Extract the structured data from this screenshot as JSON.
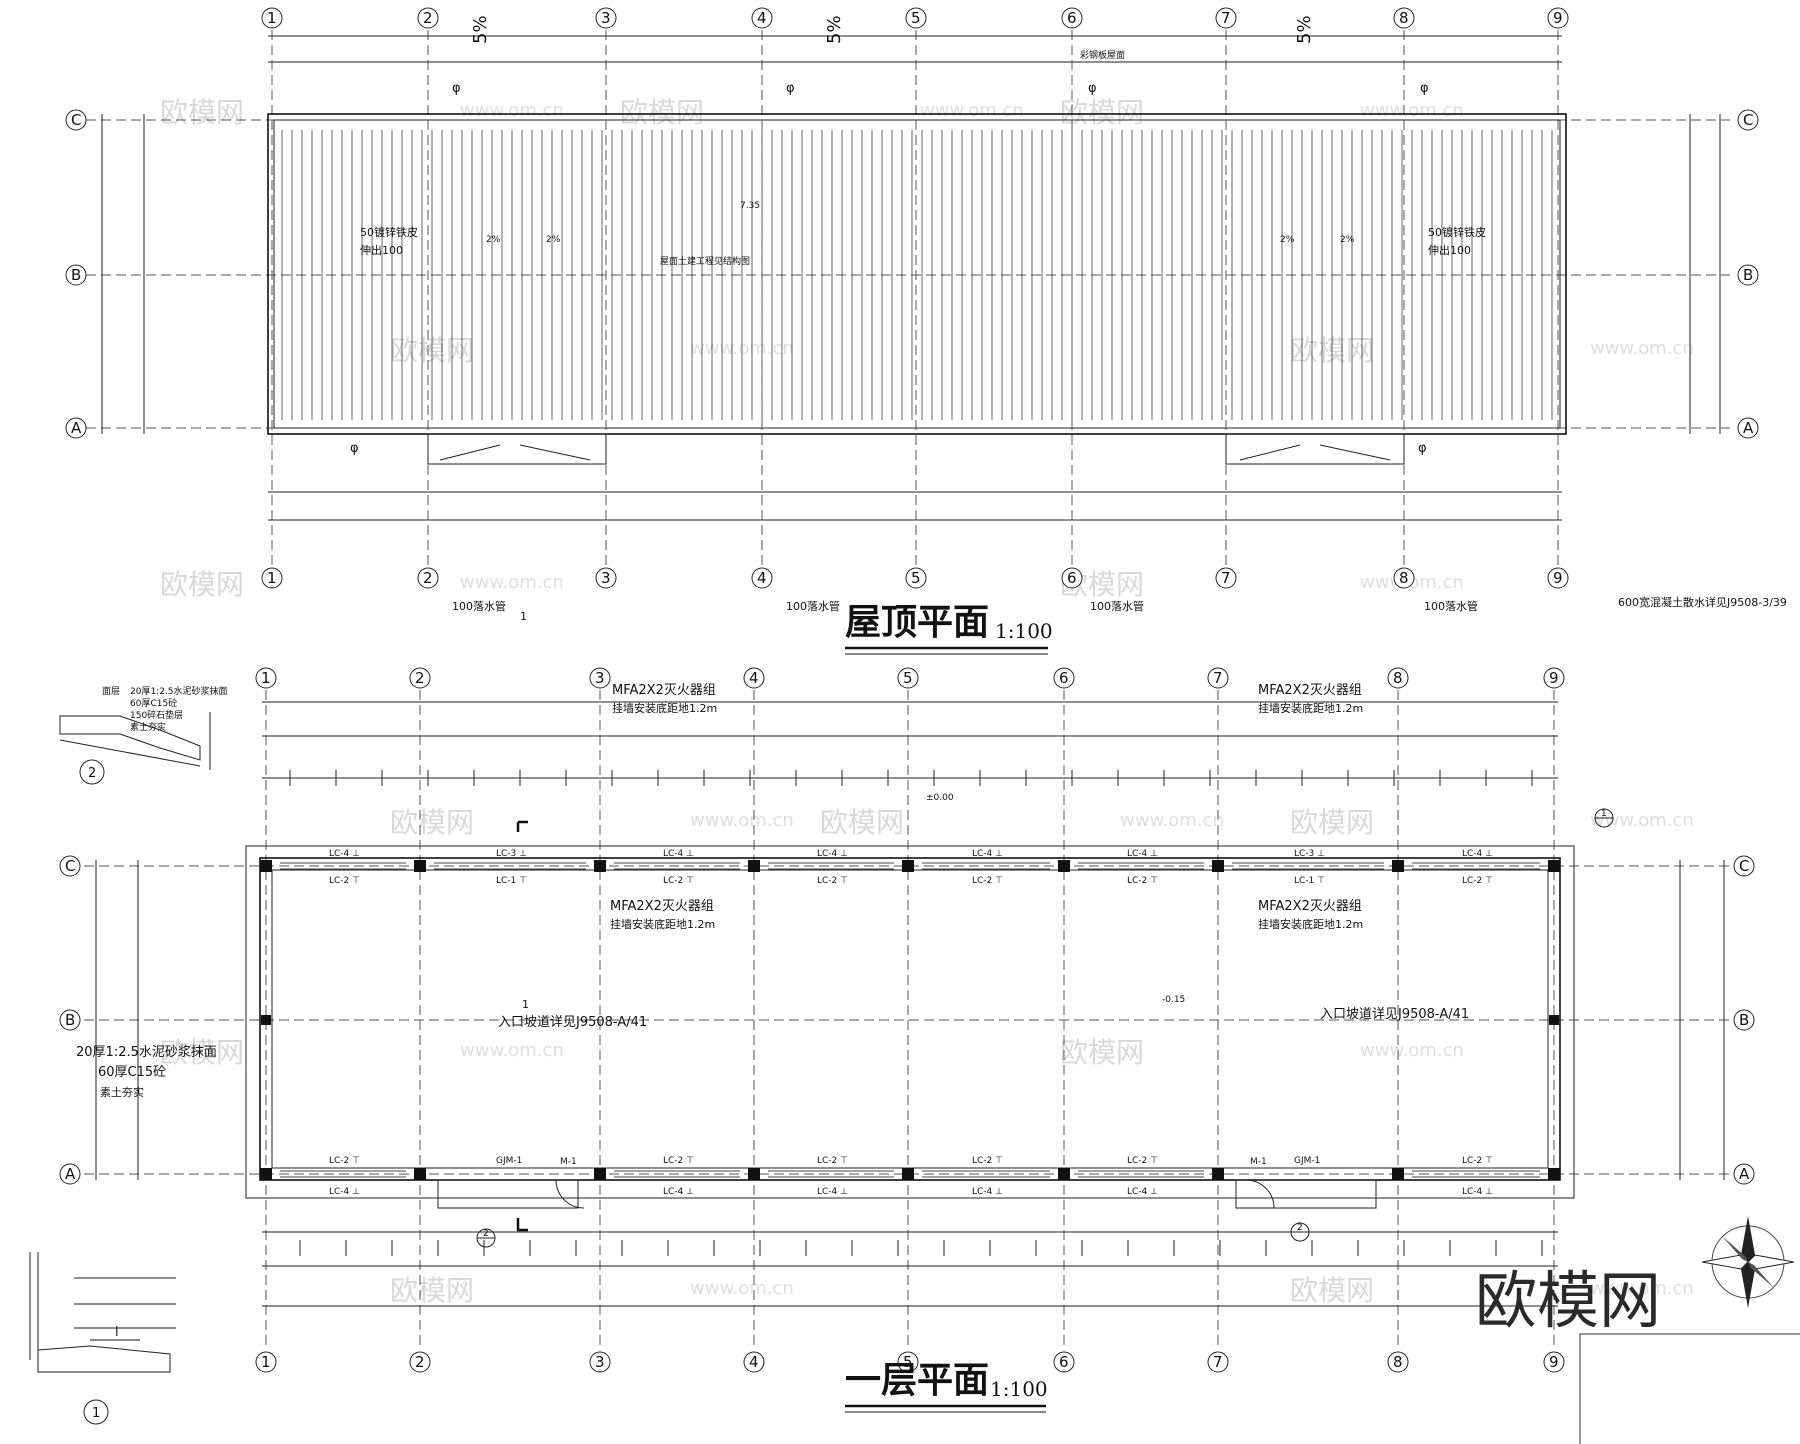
{
  "grid_axes": {
    "numbers": [
      "1",
      "2",
      "3",
      "4",
      "5",
      "6",
      "7",
      "8",
      "9"
    ],
    "letters": [
      "C",
      "B",
      "A"
    ]
  },
  "roof_plan": {
    "title": "屋顶平面",
    "scale": "1:100",
    "slopes": [
      "5%",
      "5%",
      "5%"
    ],
    "top_note": "彩钢板屋面",
    "elevation": "7.35",
    "gutter_left": [
      "50镀锌铁皮",
      "伸出100"
    ],
    "gutter_right": [
      "50镀锌铁皮",
      "伸出100"
    ],
    "center_note": "屋面土建工程见结构图",
    "slope_marks": [
      "2%",
      "2%",
      "2%",
      "2%"
    ],
    "pipe_symbol": "φ",
    "downpipe_labels": [
      "100落水管",
      "100落水管",
      "100落水管",
      "100落水管"
    ],
    "ref_note": "600宽混凝土散水详见J9508-3/39",
    "mark_1": "1"
  },
  "ground_plan": {
    "title": "一层平面",
    "scale": "1:100",
    "extinguisher_top_left": [
      "MFA2X2灭火器组",
      "挂墙安装底距地1.2m"
    ],
    "extinguisher_top_right": [
      "MFA2X2灭火器组",
      "挂墙安装底距地1.2m"
    ],
    "extinguisher_mid_left": [
      "MFA2X2灭火器组",
      "挂墙安装底距地1.2m"
    ],
    "extinguisher_mid_right": [
      "MFA2X2灭火器组",
      "挂墙安装底距地1.2m"
    ],
    "elev_zero": "±0.00",
    "elev_minus": "-0.15",
    "ramp_left": "入口坡道详见J9508-A/41",
    "ramp_right": "入口坡道详见J9508-A/41",
    "floor_notes": [
      "20厚1:2.5水泥砂浆抹面",
      "60厚C15砼",
      "素土夯实"
    ],
    "windows_top_upper": [
      "LC-4",
      "LC-3",
      "LC-4",
      "LC-4",
      "LC-4",
      "LC-4",
      "LC-3",
      "LC-4"
    ],
    "windows_top_lower": [
      "LC-2",
      "LC-1",
      "LC-2",
      "LC-2",
      "LC-2",
      "LC-2",
      "LC-1",
      "LC-2"
    ],
    "windows_bottom_upper": [
      "LC-2",
      "GJM-1",
      "LC-2",
      "LC-2",
      "LC-2",
      "LC-2",
      "GJM-1",
      "LC-2"
    ],
    "windows_bottom_lower": [
      "LC-4",
      "LC-4",
      "LC-4",
      "LC-4",
      "LC-4",
      "LC-4"
    ],
    "doors": [
      "M-1",
      "M-1"
    ],
    "marks": [
      "1",
      "2"
    ],
    "section_mark": "1"
  },
  "details": {
    "detail_2_legend": [
      "面层",
      "20厚1:2.5水泥砂浆抹面",
      "60厚C15砼",
      "150碎石垫层",
      "素土夯实"
    ],
    "detail_2_num": "2",
    "detail_1_num": "1",
    "detail_1_slope": "i"
  },
  "watermark": {
    "brand": "欧模网",
    "url": "www.om.cn",
    "logo": "欧模网"
  }
}
